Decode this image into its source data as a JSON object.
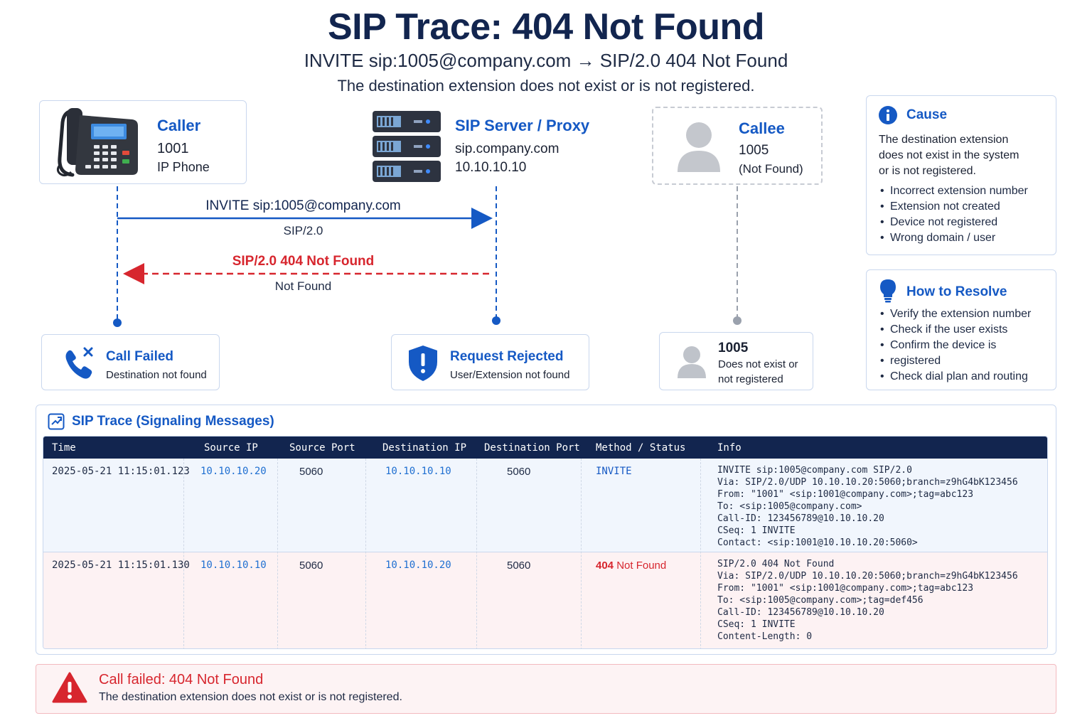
{
  "header": {
    "title": "SIP Trace: 404 Not Found",
    "subtitle": "INVITE sip:1005@company.com → SIP/2.0 404 Not Found",
    "description": "The destination extension does not exist or is not registered."
  },
  "caller": {
    "title": "Caller",
    "number": "1001",
    "device": "IP Phone",
    "icon": "desk-phone-icon"
  },
  "server": {
    "title": "SIP Server / Proxy",
    "host": "sip.company.com",
    "ip": "10.10.10.10",
    "icon": "server-stack-icon"
  },
  "callee": {
    "title": "Callee",
    "number": "1005",
    "status": "(Not Found)",
    "icon": "user-silhouette-icon"
  },
  "flow": {
    "request_label": "INVITE sip:1005@company.com",
    "request_sub": "SIP/2.0",
    "response_label": "SIP/2.0 404 Not Found",
    "response_sub": "Not Found"
  },
  "status_cards": {
    "call_failed": {
      "title": "Call Failed",
      "text": "Destination not found",
      "icon": "phone-x-icon"
    },
    "request_rejected": {
      "title": "Request Rejected",
      "text": "User/Extension not found",
      "icon": "shield-alert-icon"
    },
    "callee_status": {
      "number": "1005",
      "line1": "Does not exist or",
      "line2": "not registered",
      "icon": "user-silhouette-icon"
    }
  },
  "cause": {
    "title": "Cause",
    "text_lines": [
      "The destination extension",
      "does not exist in the system",
      "or is not registered."
    ],
    "items": [
      "Incorrect extension number",
      "Extension not created",
      "Device not registered",
      "Wrong domain / user"
    ],
    "icon": "info-icon"
  },
  "resolve": {
    "title": "How to Resolve",
    "items": [
      "Verify the extension number",
      "Check if the user exists",
      "Confirm the device is",
      "registered",
      "Check dial plan and routing"
    ],
    "icon": "lightbulb-icon"
  },
  "trace": {
    "title": "SIP Trace (Signaling Messages)",
    "icon": "trace-icon",
    "columns": [
      "Time",
      "Source IP",
      "Source Port",
      "Destination IP",
      "Destination Port",
      "Method / Status",
      "Info"
    ],
    "rows": [
      {
        "time": "2025-05-21 11:15:01.123",
        "source_ip": "10.10.10.20",
        "source_port": "5060",
        "dest_ip": "10.10.10.10",
        "dest_port": "5060",
        "method": "INVITE",
        "info": [
          "INVITE sip:1005@company.com SIP/2.0",
          "Via: SIP/2.0/UDP 10.10.10.20:5060;branch=z9hG4bK123456",
          "From: \"1001\" <sip:1001@company.com>;tag=abc123",
          "To: <sip:1005@company.com>",
          "Call-ID: 123456789@10.10.10.20",
          "CSeq: 1 INVITE",
          "Contact: <sip:1001@10.10.10.20:5060>"
        ]
      },
      {
        "time": "2025-05-21 11:15:01.130",
        "source_ip": "10.10.10.10",
        "source_port": "5060",
        "dest_ip": "10.10.10.20",
        "dest_port": "5060",
        "method_code": "404",
        "method_text": "Not Found",
        "info": [
          "SIP/2.0 404 Not Found",
          "Via: SIP/2.0/UDP 10.10.10.20:5060;branch=z9hG4bK123456",
          "From: \"1001\" <sip:1001@company.com>;tag=abc123",
          "To: <sip:1005@company.com>;tag=def456",
          "Call-ID: 123456789@10.10.10.20",
          "CSeq: 1 INVITE",
          "Content-Length: 0"
        ]
      }
    ]
  },
  "banner": {
    "title": "Call failed: 404 Not Found",
    "text": "The destination extension does not exist or is not registered.",
    "icon": "warning-triangle-icon"
  },
  "colors": {
    "navy": "#12254f",
    "blue": "#1559c4",
    "red": "#d7262e",
    "grey": "#9aa1ad"
  }
}
